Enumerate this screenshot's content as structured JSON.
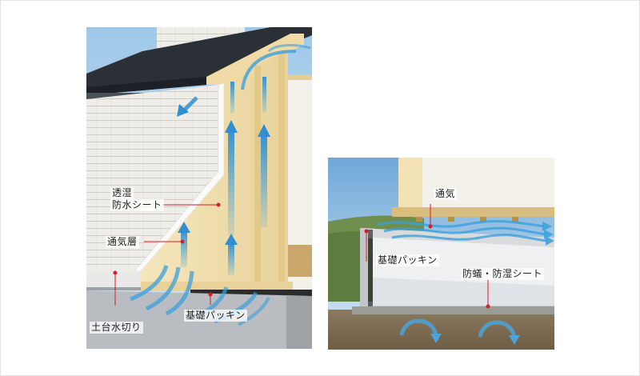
{
  "left_diagram": {
    "labels": {
      "moisture_sheet_line1": "透湿",
      "moisture_sheet_line2": "防水シート",
      "ventilation_layer": "通気層",
      "sill_flashing": "土台水切り",
      "foundation_packing": "基礎パッキン"
    }
  },
  "right_diagram": {
    "labels": {
      "ventilation": "通気",
      "foundation_packing": "基礎パッキン",
      "vapor_barrier": "防蟻・防湿シート"
    }
  },
  "colors": {
    "airflow": "#3aa0dc",
    "leader_line": "#d0202a",
    "wood": "#f2e0b0",
    "siding": "#ecebe6",
    "roof": "#2b2f36",
    "concrete": "#b9bcc0"
  }
}
